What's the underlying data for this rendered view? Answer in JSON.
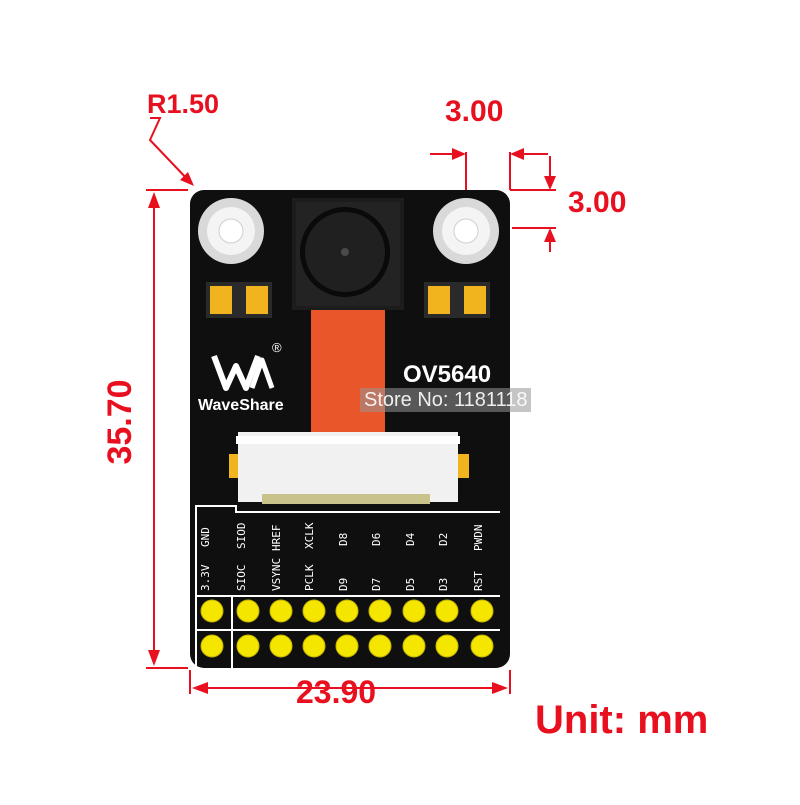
{
  "dimensions": {
    "corner_radius": "R1.50",
    "hole_offset_horizontal": "3.00",
    "hole_offset_vertical": "3.00",
    "board_height": "35.70",
    "board_width": "23.90",
    "unit": "Unit: mm"
  },
  "board": {
    "brand": "WaveShare",
    "registered_mark": "®",
    "model": "OV5640",
    "watermark": "Store No: 1181118",
    "pins_top_row": [
      "3.3V",
      "SIOC",
      "VSYNC",
      "PCLK",
      "D9",
      "D7",
      "D5",
      "D3",
      "RST"
    ],
    "pins_bottom_row": [
      "GND",
      "SIOD",
      "HREF",
      "XCLK",
      "D8",
      "D6",
      "D4",
      "D2",
      "PWDN"
    ]
  },
  "colors": {
    "dimension": "#e8101f",
    "pcb": "#0f0f0f",
    "pad": "#f5e600",
    "ribbon": "#e8562a",
    "smd_pad": "#f2b41e"
  }
}
